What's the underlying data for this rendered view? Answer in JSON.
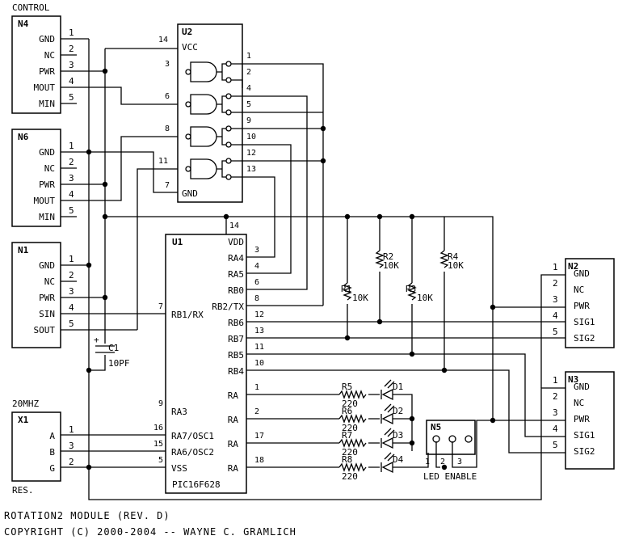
{
  "title_line1": "ROTATION2 MODULE (REV. D)",
  "title_line2": "COPYRIGHT (C) 2000-2004 -- WAYNE C. GRAMLICH",
  "control_label": "CONTROL",
  "crystal_label": "20MHZ",
  "crystal_note": "RES.",
  "led_enable_label": "LED ENABLE",
  "connectors": {
    "N4": {
      "ref": "N4",
      "pins": [
        "GND",
        "NC",
        "PWR",
        "MOUT",
        "MIN"
      ],
      "nums": [
        "1",
        "2",
        "3",
        "4",
        "5"
      ]
    },
    "N6": {
      "ref": "N6",
      "pins": [
        "GND",
        "NC",
        "PWR",
        "MOUT",
        "MIN"
      ],
      "nums": [
        "1",
        "2",
        "3",
        "4",
        "5"
      ]
    },
    "N1": {
      "ref": "N1",
      "pins": [
        "GND",
        "NC",
        "PWR",
        "SIN",
        "SOUT"
      ],
      "nums": [
        "1",
        "2",
        "3",
        "4",
        "5"
      ]
    },
    "N2": {
      "ref": "N2",
      "pins": [
        "GND",
        "NC",
        "PWR",
        "SIG1",
        "SIG2"
      ],
      "nums": [
        "1",
        "2",
        "3",
        "4",
        "5"
      ]
    },
    "N3": {
      "ref": "N3",
      "pins": [
        "GND",
        "NC",
        "PWR",
        "SIG1",
        "SIG2"
      ],
      "nums": [
        "1",
        "2",
        "3",
        "4",
        "5"
      ]
    },
    "N5": {
      "ref": "N5",
      "nums": [
        "1",
        "2",
        "3"
      ]
    }
  },
  "crystal": {
    "ref": "X1",
    "pins": [
      "A",
      "B",
      "G"
    ],
    "nums": [
      "1",
      "3",
      "2"
    ]
  },
  "u2": {
    "ref": "U2",
    "vcc": "VCC",
    "gnd": "GND",
    "pin_vcc": "14",
    "pin_gnd": "7",
    "left_nums": [
      "3",
      "6",
      "8",
      "11"
    ],
    "right_nums": [
      "1",
      "2",
      "4",
      "5",
      "9",
      "10",
      "12",
      "13"
    ]
  },
  "u1": {
    "ref": "U1",
    "part": "PIC16F628",
    "right_pins": [
      "VDD",
      "RA4",
      "RA5",
      "RB0",
      "RB2/TX",
      "RB6",
      "RB7",
      "RB5",
      "RB4",
      "RA",
      "RA",
      "RA",
      "RA"
    ],
    "right_nums": [
      "14",
      "3",
      "4",
      "6",
      "8",
      "12",
      "13",
      "11",
      "10",
      "1",
      "2",
      "17",
      "18"
    ],
    "left_pins": [
      "RB1/RX",
      "RA3",
      "RA7/OSC1",
      "RA6/OSC2",
      "VSS"
    ],
    "left_nums": [
      "7",
      "9",
      "16",
      "15",
      "5"
    ]
  },
  "resistors": [
    {
      "ref": "R1",
      "value": "10K"
    },
    {
      "ref": "R2",
      "value": "10K"
    },
    {
      "ref": "R3",
      "value": "10K"
    },
    {
      "ref": "R4",
      "value": "10K"
    },
    {
      "ref": "R5",
      "value": "220"
    },
    {
      "ref": "R6",
      "value": "220"
    },
    {
      "ref": "R7",
      "value": "220"
    },
    {
      "ref": "R8",
      "value": "220"
    }
  ],
  "diodes": [
    "D1",
    "D2",
    "D3",
    "D4"
  ],
  "capacitor": {
    "ref": "C1",
    "value": "10PF",
    "plus": "+"
  }
}
